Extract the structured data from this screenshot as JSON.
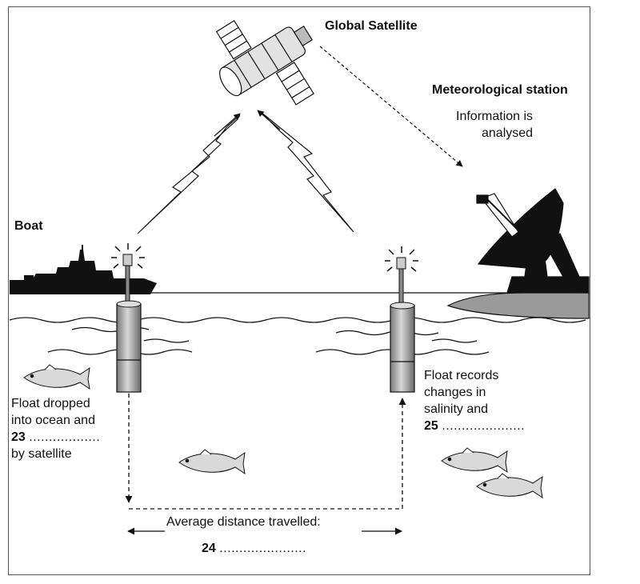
{
  "labels": {
    "satellite": "Global Satellite",
    "station": "Meteorological station",
    "station_note_1": "Information is",
    "station_note_2": "analysed",
    "boat": "Boat",
    "float_left_1": "Float dropped",
    "float_left_2": "into ocean and",
    "q23_num": "23",
    "q23_dots": "..................",
    "float_left_4": "by satellite",
    "float_right_1": "Float records",
    "float_right_2": "changes in",
    "float_right_3": "salinity and",
    "q25_num": "25",
    "q25_dots": ".....................",
    "distance": "Average distance travelled:",
    "q24_num": "24",
    "q24_dots": "......................"
  },
  "icons": [
    "satellite-icon",
    "satellite-dish-icon",
    "boat-icon",
    "float-icon",
    "fish-icon",
    "lightning-signal-icon",
    "antenna-signal-icon"
  ],
  "colors": {
    "ink": "#111111",
    "water": "#ffffff",
    "island": "#9a9a9a",
    "float_body": "#b0b0b0"
  }
}
